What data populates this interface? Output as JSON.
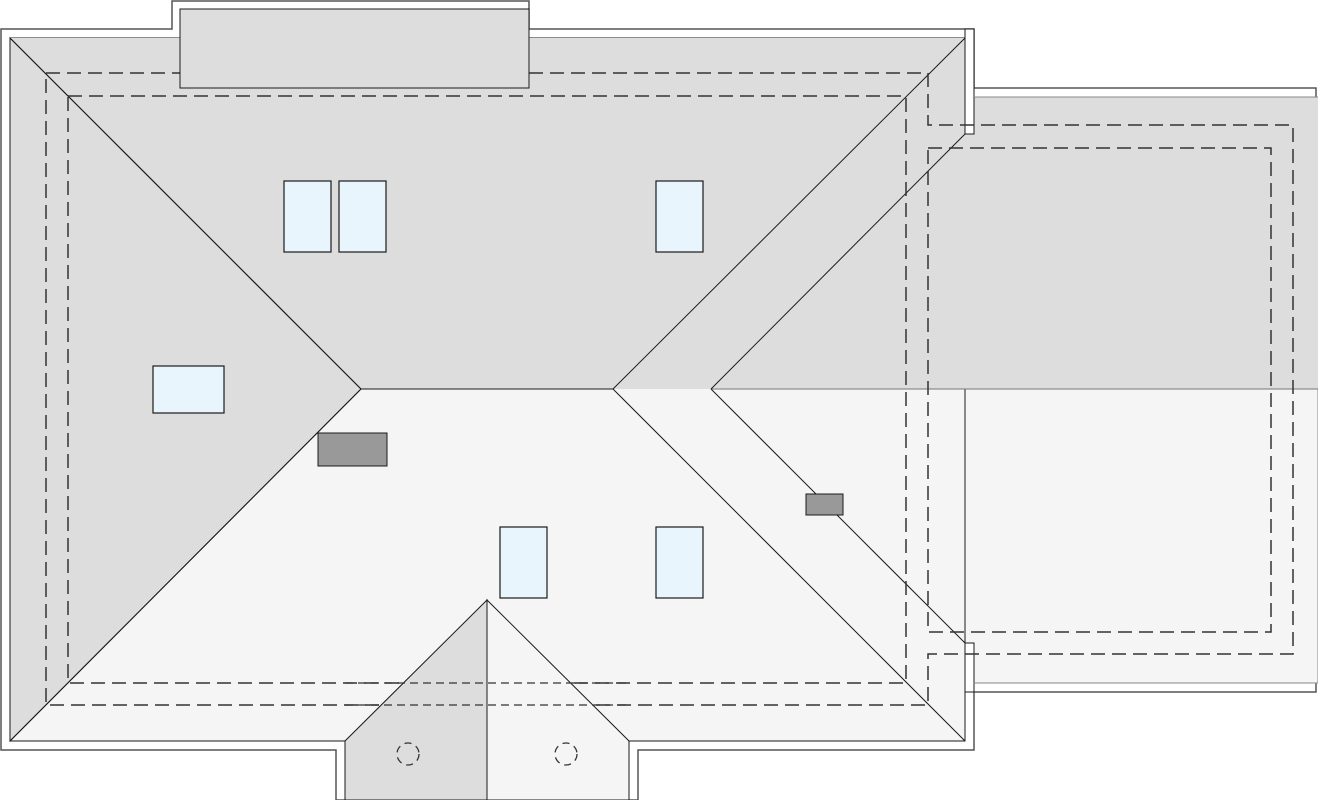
{
  "diagram": {
    "type": "roof-plan",
    "colors": {
      "roof_shaded": "#dddddd",
      "roof_light": "#f5f5f5",
      "skylight": "#e9f5fc",
      "chimney": "#999999",
      "line": "#1a1a1a",
      "dashed": "#333333"
    },
    "skylight_count": 6,
    "chimney_count": 2
  }
}
